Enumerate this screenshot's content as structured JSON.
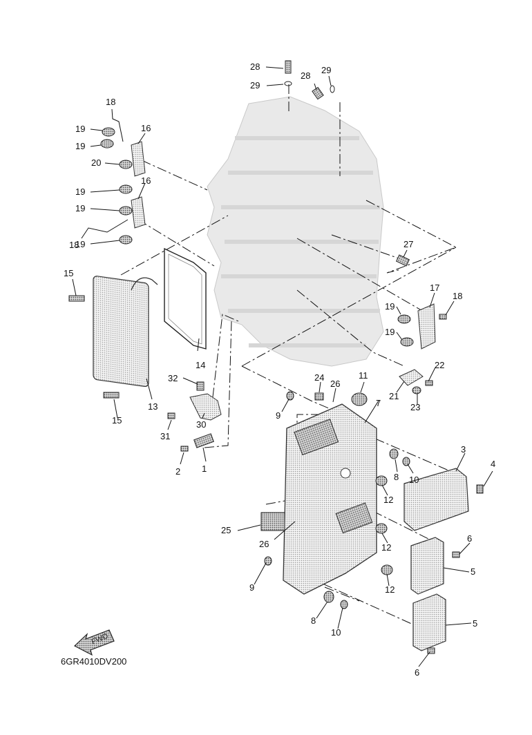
{
  "diagram": {
    "code": "6GR4010DV200",
    "fwd_label": "FWD",
    "callouts": {
      "c1": "1",
      "c2": "2",
      "c3": "3",
      "c4": "4",
      "c5a": "5",
      "c5b": "5",
      "c6a": "6",
      "c6b": "6",
      "c7": "7",
      "c8a": "8",
      "c8b": "8",
      "c9a": "9",
      "c9b": "9",
      "c10a": "10",
      "c10b": "10",
      "c11": "11",
      "c12a": "12",
      "c12b": "12",
      "c12c": "12",
      "c13": "13",
      "c14": "14",
      "c15a": "15",
      "c15b": "15",
      "c16a": "16",
      "c16b": "16",
      "c17": "17",
      "c18a": "18",
      "c18b": "18",
      "c18c": "18",
      "c19a": "19",
      "c19b": "19",
      "c19c": "19",
      "c19d": "19",
      "c19e": "19",
      "c19f": "19",
      "c19g": "19",
      "c20": "20",
      "c21": "21",
      "c22": "22",
      "c23": "23",
      "c24": "24",
      "c25": "25",
      "c26a": "26",
      "c26b": "26",
      "c27": "27",
      "c28a": "28",
      "c28b": "28",
      "c29a": "29",
      "c29b": "29",
      "c30": "30",
      "c31": "31",
      "c32": "32"
    }
  }
}
